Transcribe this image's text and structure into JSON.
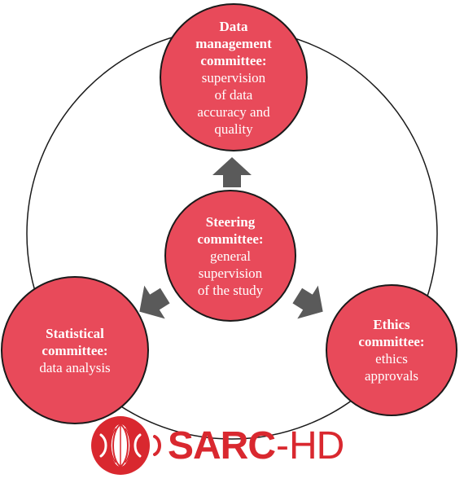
{
  "diagram": {
    "colors": {
      "node_fill": "#e84a5a",
      "node_stroke": "#1a1a1a",
      "arrow_fill": "#5a5a5a",
      "ring_stroke": "#1a1a1a",
      "logo_red": "#d9282f"
    },
    "nodes": {
      "data_management": {
        "title_lines": [
          "Data",
          "management",
          "committee:"
        ],
        "desc_lines": [
          "supervision",
          "of data",
          "accuracy and",
          "quality"
        ]
      },
      "steering": {
        "title_lines": [
          "Steering",
          "committee:"
        ],
        "desc_lines": [
          "general",
          "supervision",
          "of the study"
        ]
      },
      "statistical": {
        "title_lines": [
          "Statistical",
          "committee:"
        ],
        "desc_lines": [
          "data analysis"
        ]
      },
      "ethics": {
        "title_lines": [
          "Ethics",
          "committee:"
        ],
        "desc_lines": [
          "ethics",
          "approvals"
        ]
      }
    },
    "logo": {
      "text_bold": "SARC",
      "text_separator": "-",
      "text_suffix": "HD",
      "icon": "sarcoma-muscle-logo-icon"
    }
  }
}
